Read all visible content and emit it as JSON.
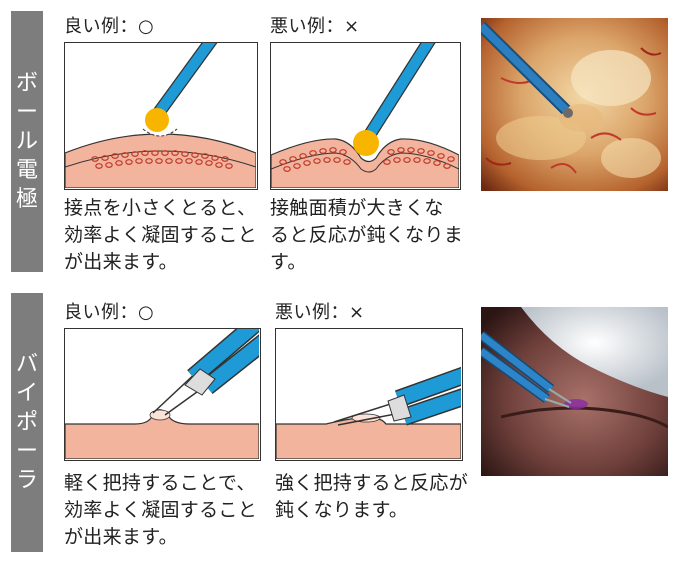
{
  "sections": [
    {
      "title_chars": [
        "ボ",
        "ー",
        "ル",
        "電",
        "極"
      ],
      "good_label": "良い例：○",
      "bad_label": "悪い例：×",
      "good_caption": [
        "接点を小さくとると、",
        "効率よく凝固すること",
        "が出来ます。"
      ],
      "bad_caption": [
        "接触面積が大きくな",
        "ると反応が鈍くなりま",
        "す。"
      ]
    },
    {
      "title_chars": [
        "バ",
        "イ",
        "ポ",
        "ー",
        "ラ"
      ],
      "good_label": "良い例：○",
      "bad_label": "悪い例：×",
      "good_caption": [
        "軽く把持することで、",
        "効率よく凝固すること",
        "が出来ます。"
      ],
      "bad_caption": [
        "強く把持すると反応が",
        "鈍くなります。"
      ]
    }
  ],
  "colors": {
    "sidebar": "#7d7d7d",
    "probe": "#1e9ad6",
    "ball": "#f7b500",
    "tissue": "#f2b49c",
    "tissue_dots": "#c0392b"
  }
}
